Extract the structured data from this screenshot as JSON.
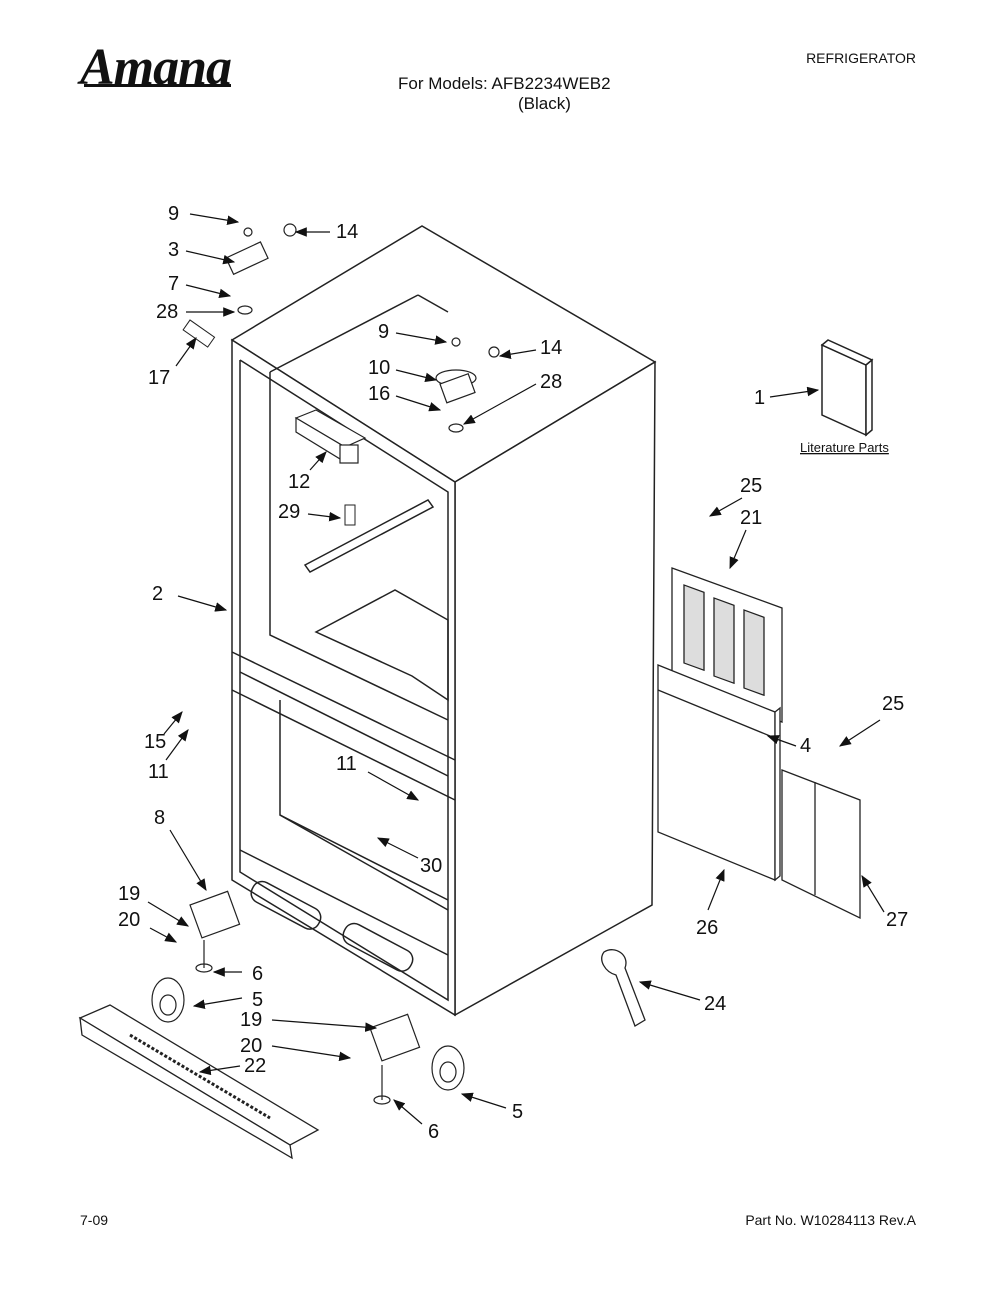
{
  "header": {
    "brand": "Amana",
    "doc_type": "REFRIGERATOR",
    "models_line1": "For Models: AFB2234WEB2",
    "models_line2": "(Black)"
  },
  "diagram": {
    "literature_label": "Literature Parts",
    "callouts": [
      "9",
      "14",
      "3",
      "7",
      "28",
      "17",
      "9",
      "14",
      "10",
      "16",
      "28",
      "1",
      "12",
      "29",
      "25",
      "21",
      "2",
      "15",
      "11",
      "25",
      "4",
      "11",
      "8",
      "30",
      "19",
      "20",
      "6",
      "5",
      "19",
      "20",
      "22",
      "26",
      "27",
      "24",
      "5",
      "6"
    ]
  },
  "footer": {
    "date": "7-09",
    "part_number": "Part No. W10284113 Rev.A"
  }
}
